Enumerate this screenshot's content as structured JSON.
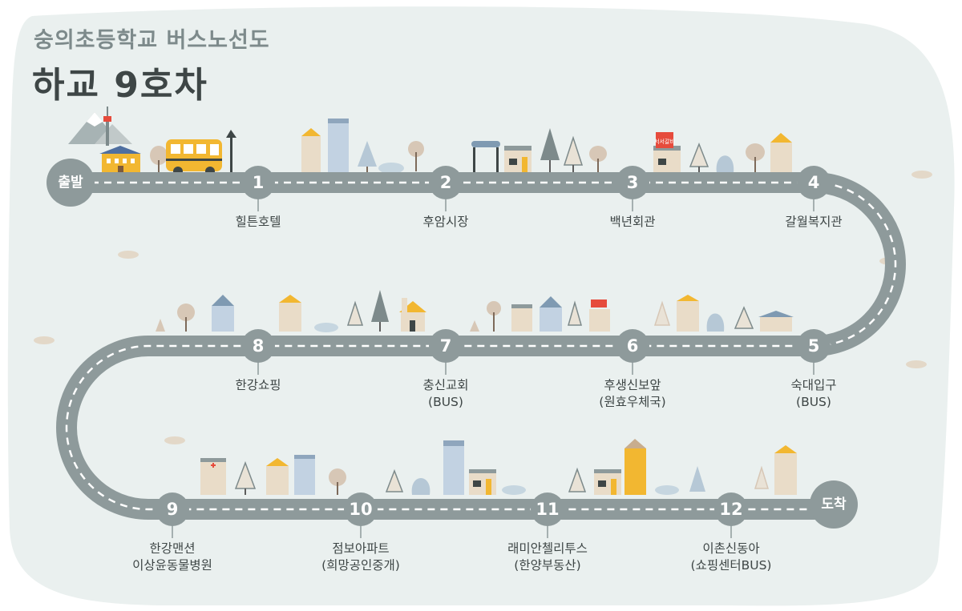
{
  "header": {
    "subtitle": "숭의초등학교 버스노선도",
    "title": "하교 9호차"
  },
  "route": {
    "start_label": "출발",
    "end_label": "도착",
    "stops": [
      {
        "number": "1",
        "line1": "힐튼호텔",
        "line2": ""
      },
      {
        "number": "2",
        "line1": "후암시장",
        "line2": ""
      },
      {
        "number": "3",
        "line1": "백년회관",
        "line2": ""
      },
      {
        "number": "4",
        "line1": "갈월복지관",
        "line2": ""
      },
      {
        "number": "5",
        "line1": "숙대입구",
        "line2": "(BUS)"
      },
      {
        "number": "6",
        "line1": "후생신보앞",
        "line2": "(원효우체국)"
      },
      {
        "number": "7",
        "line1": "충신교회",
        "line2": "(BUS)"
      },
      {
        "number": "8",
        "line1": "한강쇼핑",
        "line2": ""
      },
      {
        "number": "9",
        "line1": "한강맨션",
        "line2": "이상윤동물병원"
      },
      {
        "number": "10",
        "line1": "점보아파트",
        "line2": "(희망공인중개)"
      },
      {
        "number": "11",
        "line1": "래미안첼리투스",
        "line2": "(한양부동산)"
      },
      {
        "number": "12",
        "line1": "이촌신동아",
        "line2": "(쇼핑센터BUS)"
      }
    ]
  },
  "signs": {
    "restaurant": "서서갈비"
  },
  "colors": {
    "road": "#8e9a9b",
    "road_dash": "#ffffff",
    "background_blob": "#eaf0ef",
    "circle": "#8e9a9b",
    "title_dark": "#3e4646",
    "subtitle_gray": "#7d8a8b",
    "bus_yellow": "#f2b731"
  },
  "icons": [
    "mountain-icon",
    "tower-icon",
    "school-icon",
    "bus-icon",
    "street-lamp-icon",
    "building-icon",
    "tree-icon",
    "shop-icon",
    "church-icon",
    "hospital-icon",
    "cloud-icon"
  ]
}
